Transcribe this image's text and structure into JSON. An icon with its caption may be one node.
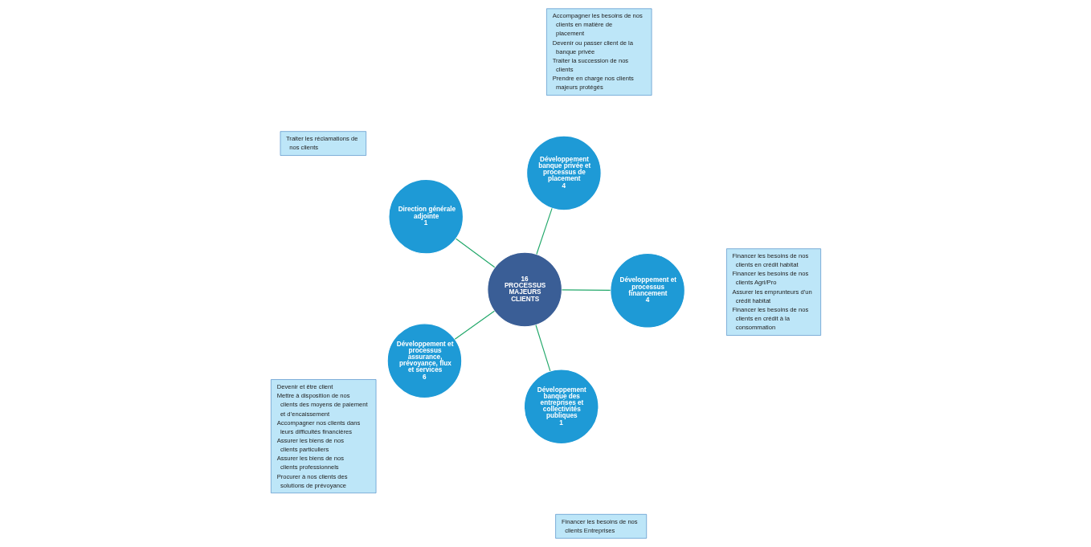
{
  "diagram": {
    "nodes": [
      {
        "text": [
          "Traiter les réclamations de nos clients"
        ]
      },
      {
        "text": [
          "Direction générale adjointe",
          "1"
        ]
      },
      {
        "text": [
          "Devenir et être client",
          "Mettre à disposition de nos clients des moyens de paiement et d’encaissement",
          "Accompagner nos clients dans leurs difficultés financières",
          "Assurer les biens de nos clients particuliers",
          "Assurer les biens de nos clients professionnels",
          "Procurer à nos clients des solutions de prévoyance"
        ]
      },
      {
        "text": [
          "Accompagner les besoins de nos clients en matière de placement",
          "Devenir ou passer client de la banque privée",
          "Traiter la succession de nos clients",
          "Prendre en charge nos clients majeurs protégés"
        ]
      },
      {
        "text": [
          "Développement banque privée et processus de placement",
          "4"
        ]
      },
      {
        "text": [
          "Développement et processus assurance, prévoyance, flux et services",
          "6"
        ]
      },
      {
        "text": [
          "16",
          "PROCESSUS MAJEURS CLIENTS"
        ]
      },
      {
        "text": [
          "Financer les besoins de nos clients en crédit habitat",
          "Financer les besoins de nos clients Agri/Pro",
          "Assurer les emprunteurs d’un crédit habitat",
          "Financer les besoins de nos clients en crédit à la consommation"
        ]
      },
      {
        "text": [
          "Développement banque des entreprises et collectivités publiques",
          "1"
        ]
      },
      {
        "text": [
          "Développement et processus financement",
          "4"
        ]
      },
      {
        "text": [
          "Financer les besoins de nos clients Entreprises"
        ]
      }
    ],
    "edges": [
      {
        "from": 6,
        "to": 1,
        "arrow": "none"
      },
      {
        "from": 6,
        "to": 4,
        "arrow": "none"
      },
      {
        "from": 6,
        "to": 5,
        "arrow": "none"
      },
      {
        "from": 6,
        "to": 8,
        "arrow": "none"
      },
      {
        "from": 6,
        "to": 9,
        "arrow": "none"
      }
    ]
  }
}
